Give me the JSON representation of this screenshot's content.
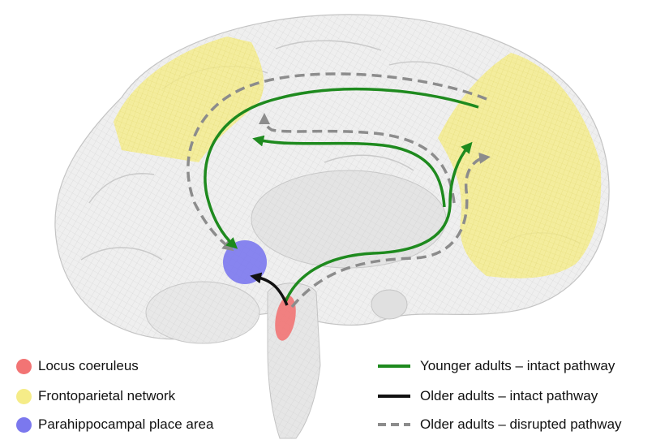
{
  "colors": {
    "locus_coeruleus": "#f27474",
    "frontoparietal": "#f5ec88",
    "parahippocampal": "#7b78ee",
    "younger_intact": "#1e8a1e",
    "older_intact": "#111111",
    "older_disrupted": "#8c8c8c",
    "brain_fill": "#eeeeee",
    "brain_mesh": "#b8b8b8"
  },
  "legend_regions": [
    {
      "label": "Locus coeruleus",
      "color_key": "locus_coeruleus"
    },
    {
      "label": "Frontoparietal network",
      "color_key": "frontoparietal"
    },
    {
      "label": "Parahippocampal place area",
      "color_key": "parahippocampal"
    }
  ],
  "legend_pathways": [
    {
      "label": "Younger adults – intact pathway",
      "style": "solid",
      "color_key": "younger_intact"
    },
    {
      "label": "Older adults – intact pathway",
      "style": "solid",
      "color_key": "older_intact"
    },
    {
      "label": "Older adults – disrupted pathway",
      "style": "dashed",
      "color_key": "older_disrupted"
    }
  ]
}
